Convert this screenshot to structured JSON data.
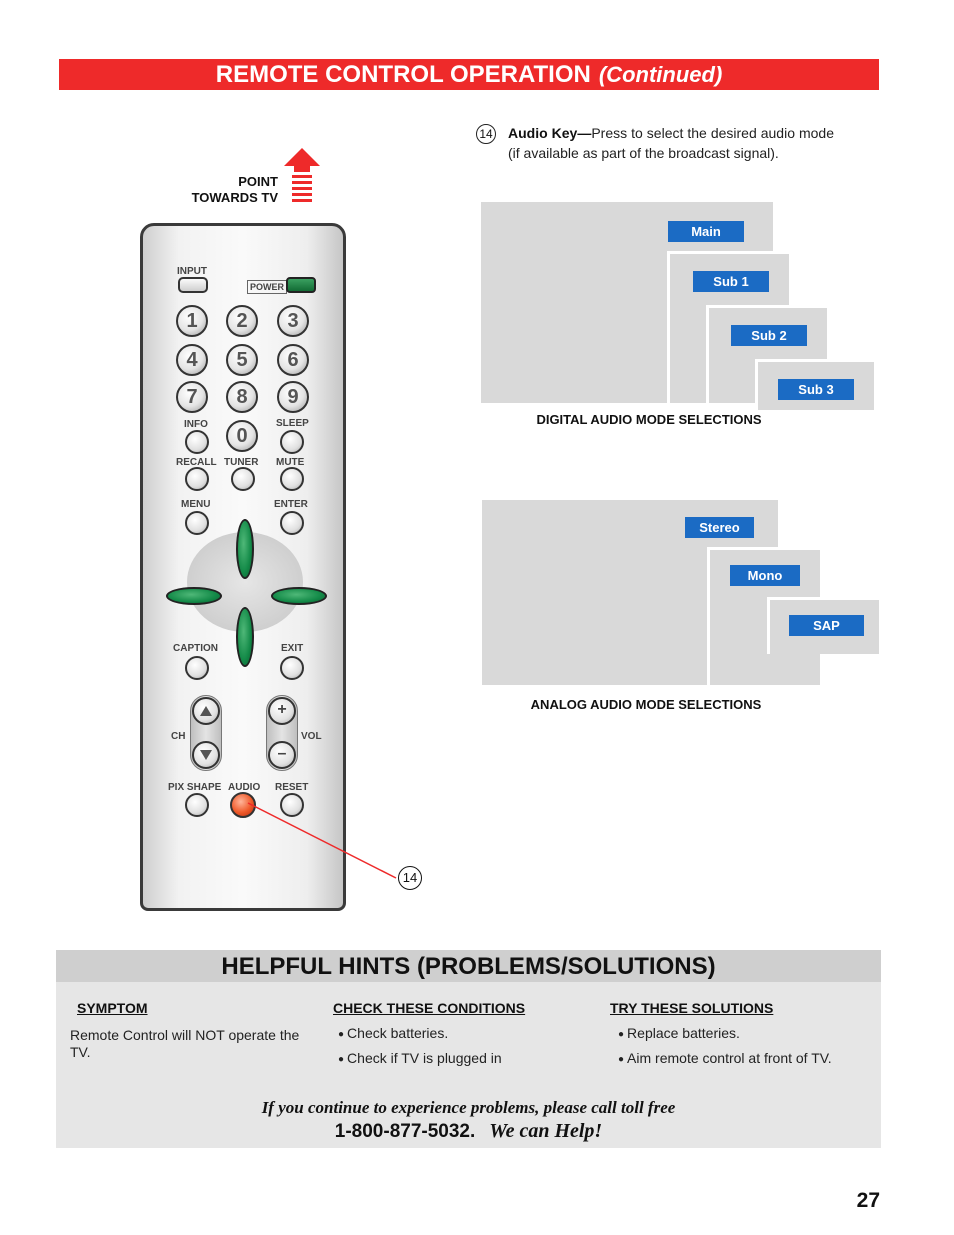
{
  "header": {
    "title": "REMOTE CONTROL OPERATION",
    "continued": "(Continued)"
  },
  "point_label": {
    "line1": "POINT",
    "line2": "TOWARDS TV"
  },
  "item14": {
    "number": "14",
    "key_name": "Audio Key—",
    "description": "Press to select the desired audio mode (if available as part of the broadcast signal)."
  },
  "digital": {
    "modes": [
      "Main",
      "Sub 1",
      "Sub 2",
      "Sub 3"
    ],
    "caption": "DIGITAL AUDIO MODE SELECTIONS"
  },
  "analog": {
    "modes": [
      "Stereo",
      "Mono",
      "SAP"
    ],
    "caption": "ANALOG AUDIO MODE SELECTIONS"
  },
  "remote": {
    "input": "INPUT",
    "power": "POWER",
    "digits": [
      "1",
      "2",
      "3",
      "4",
      "5",
      "6",
      "7",
      "8",
      "9",
      "0"
    ],
    "info": "INFO",
    "sleep": "SLEEP",
    "recall": "RECALL",
    "tuner": "TUNER",
    "mute": "MUTE",
    "menu": "MENU",
    "enter": "ENTER",
    "caption": "CAPTION",
    "exit": "EXIT",
    "ch": "CH",
    "vol": "VOL",
    "plus": "+",
    "minus": "–",
    "pixshape": "PIX SHAPE",
    "audio": "AUDIO",
    "reset": "RESET"
  },
  "callout_number": "14",
  "hints": {
    "title": "HELPFUL HINTS (PROBLEMS/SOLUTIONS)",
    "symptom_header": "SYMPTOM",
    "conditions_header": "CHECK THESE CONDITIONS",
    "solutions_header": "TRY THESE SOLUTIONS",
    "symptom": "Remote Control will NOT operate the TV.",
    "conditions": [
      "Check batteries.",
      "Check if TV is plugged in"
    ],
    "solutions": [
      "Replace batteries.",
      "Aim remote control at front of TV."
    ],
    "help_line": "If you continue to experience problems, please call toll free",
    "phone": "1-800-877-5032.",
    "we_can_help": "We can Help!"
  },
  "page_number": "27",
  "colors": {
    "header_red": "#ee2a2a",
    "mode_blue": "#1b6bc4",
    "panel_gray": "#d9d9d9",
    "accent_green": "#138a48",
    "audio_orange": "#ef5a2a"
  }
}
